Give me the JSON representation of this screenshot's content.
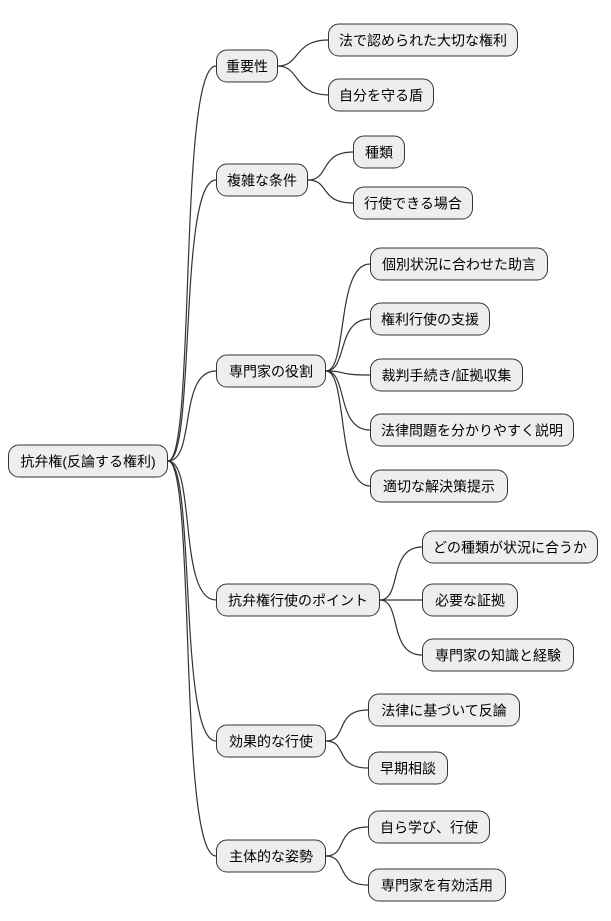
{
  "diagram": {
    "type": "mindmap",
    "orientation": "left-to-right",
    "colors": {
      "background": "#ffffff",
      "node_fill": "#eeeeee",
      "node_border": "#333333",
      "edge": "#333333",
      "text": "#000000"
    },
    "root": {
      "label": "抗弁権(反論する権利)"
    },
    "branches": [
      {
        "label": "重要性",
        "children": [
          {
            "label": "法で認められた大切な権利"
          },
          {
            "label": "自分を守る盾"
          }
        ]
      },
      {
        "label": "複雑な条件",
        "children": [
          {
            "label": "種類"
          },
          {
            "label": "行使できる場合"
          }
        ]
      },
      {
        "label": "専門家の役割",
        "children": [
          {
            "label": "個別状況に合わせた助言"
          },
          {
            "label": "権利行使の支援"
          },
          {
            "label": "裁判手続き/証拠収集"
          },
          {
            "label": "法律問題を分かりやすく説明"
          },
          {
            "label": "適切な解決策提示"
          }
        ]
      },
      {
        "label": "抗弁権行使のポイント",
        "children": [
          {
            "label": "どの種類が状況に合うか"
          },
          {
            "label": "必要な証拠"
          },
          {
            "label": "専門家の知識と経験"
          }
        ]
      },
      {
        "label": "効果的な行使",
        "children": [
          {
            "label": "法律に基づいて反論"
          },
          {
            "label": "早期相談"
          }
        ]
      },
      {
        "label": "主体的な姿勢",
        "children": [
          {
            "label": "自ら学び、行使"
          },
          {
            "label": "専門家を有効活用"
          }
        ]
      }
    ]
  }
}
